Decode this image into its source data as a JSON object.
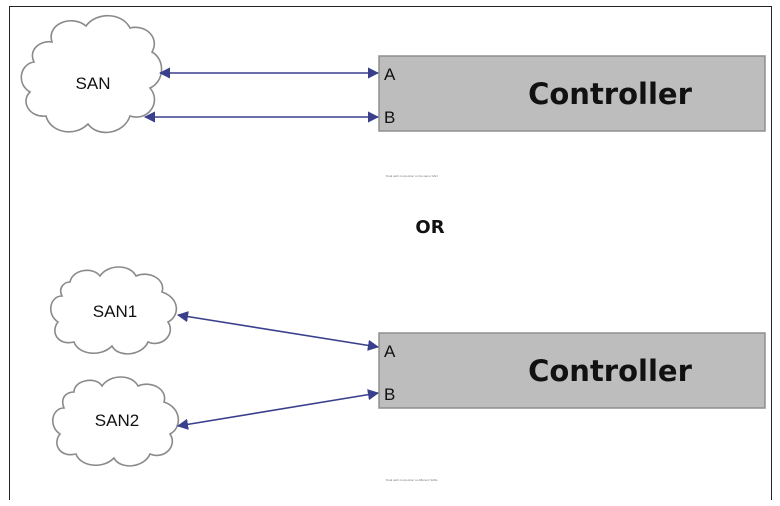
{
  "top": {
    "san_label": "SAN",
    "controller_label": "Controller",
    "port_a": "A",
    "port_b": "B",
    "caption": "Dual path connection to the same SAN"
  },
  "separator": "OR",
  "bottom": {
    "san1_label": "SAN1",
    "san2_label": "SAN2",
    "controller_label": "Controller",
    "port_a": "A",
    "port_b": "B",
    "caption": "Dual path connection to different SANs"
  },
  "colors": {
    "arrow": "#3a3f8c",
    "controller_fill": "#bdbdbd",
    "cloud_stroke": "#8a8a8a"
  }
}
